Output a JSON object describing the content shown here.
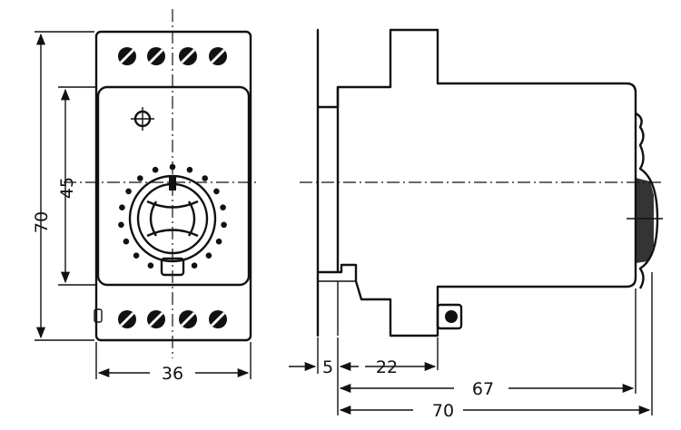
{
  "dimensions": {
    "height_overall": "70",
    "height_front": "45",
    "width_front": "36",
    "rail_offset": "5",
    "rail_width": "22",
    "depth_body": "67",
    "depth_overall": "70"
  }
}
